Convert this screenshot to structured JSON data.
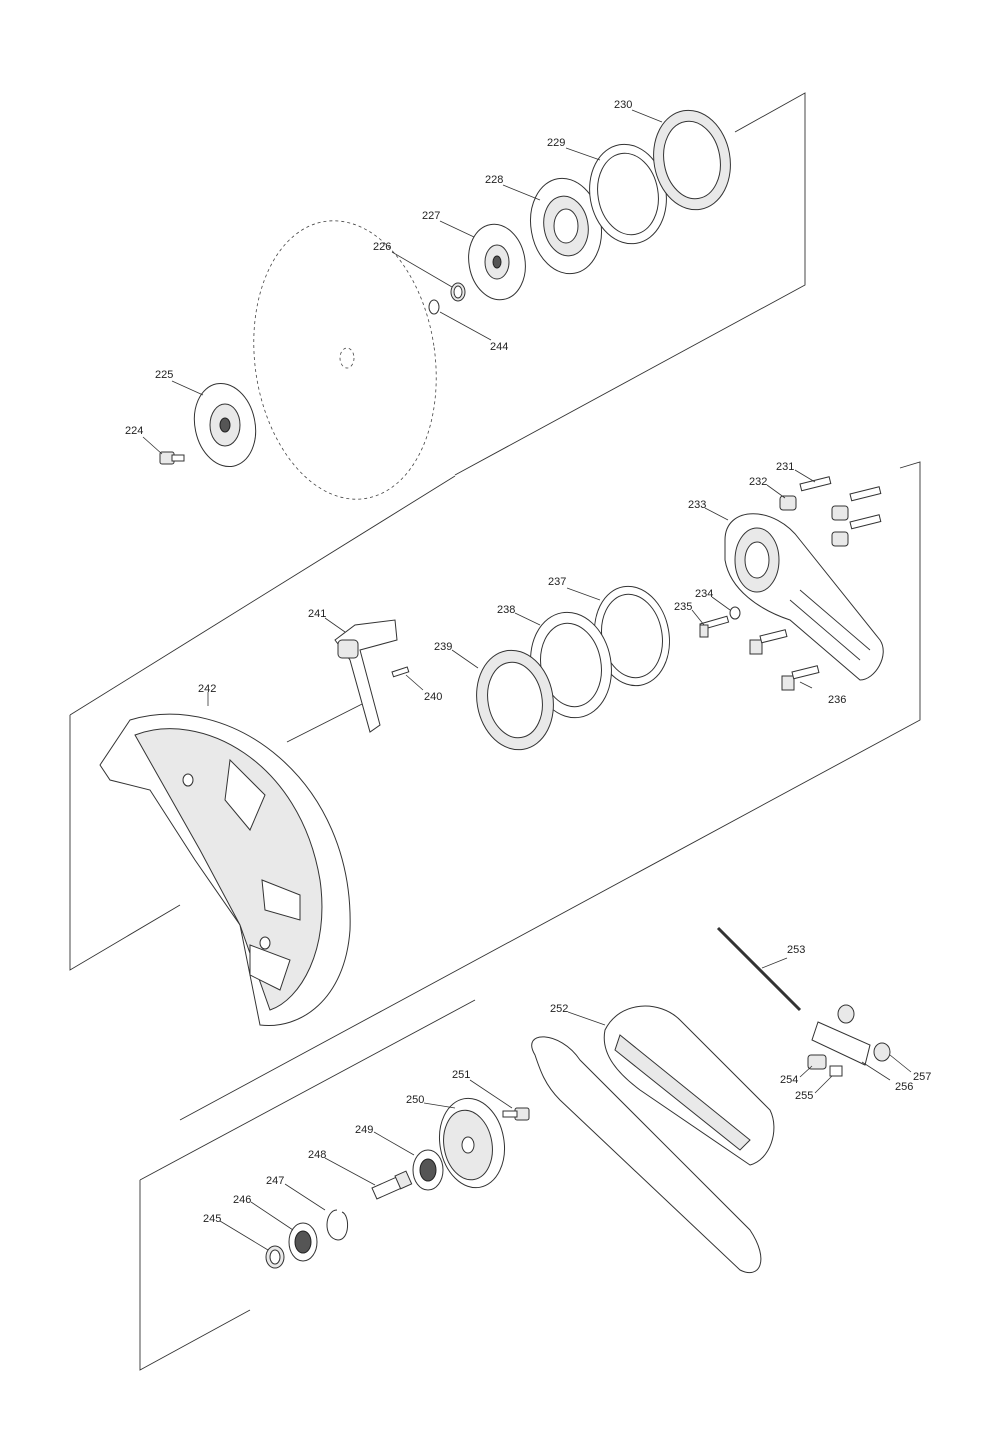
{
  "diagram": {
    "part_labels": [
      "224",
      "225",
      "226",
      "227",
      "228",
      "229",
      "230",
      "244",
      "231",
      "232",
      "233",
      "234",
      "235",
      "236",
      "237",
      "238",
      "239",
      "240",
      "241",
      "242",
      "245",
      "246",
      "247",
      "248",
      "249",
      "250",
      "251",
      "252",
      "253",
      "254",
      "255",
      "256",
      "257"
    ]
  }
}
